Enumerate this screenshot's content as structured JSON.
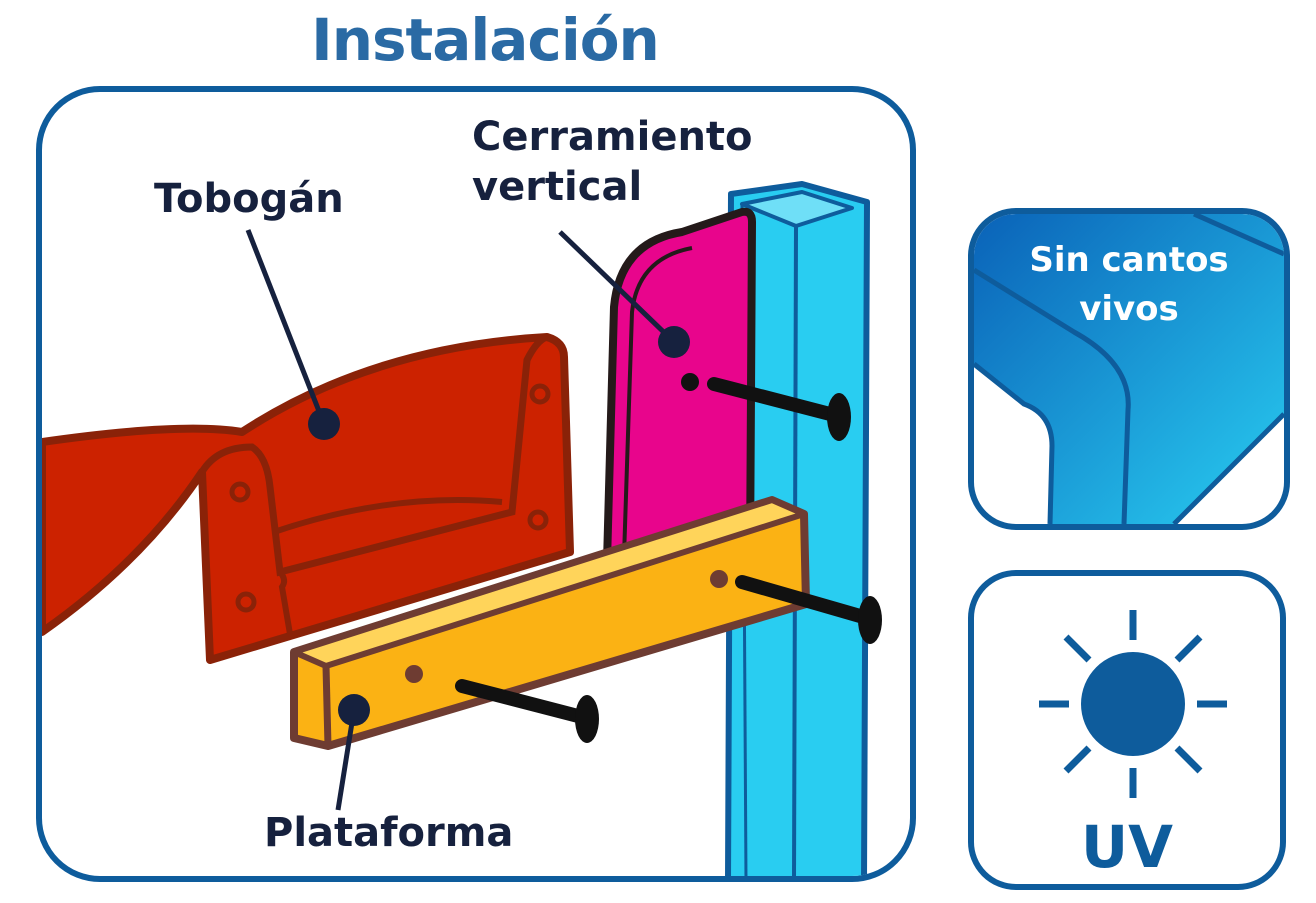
{
  "title": "Instalación",
  "installation_panel": {
    "labels": {
      "tobogan": "Tobogán",
      "cerramiento_line1": "Cerramiento",
      "cerramiento_line2": "vertical",
      "plataforma": "Plataforma"
    }
  },
  "features": {
    "edges": {
      "line1": "Sin cantos",
      "line2": "vivos"
    },
    "uv": {
      "label": "UV",
      "icon": "sun-icon"
    }
  },
  "colors": {
    "frame": "#0e5c9c",
    "title": "#2a6aa4",
    "label_text": "#16213e",
    "slide": "#cc2200",
    "slide_outline": "#8a2208",
    "vertical_panel": "#e8058c",
    "post": "#29cdf1",
    "platform": "#fbb214",
    "platform_outline": "#6e3c32",
    "bolt": "#111111"
  }
}
